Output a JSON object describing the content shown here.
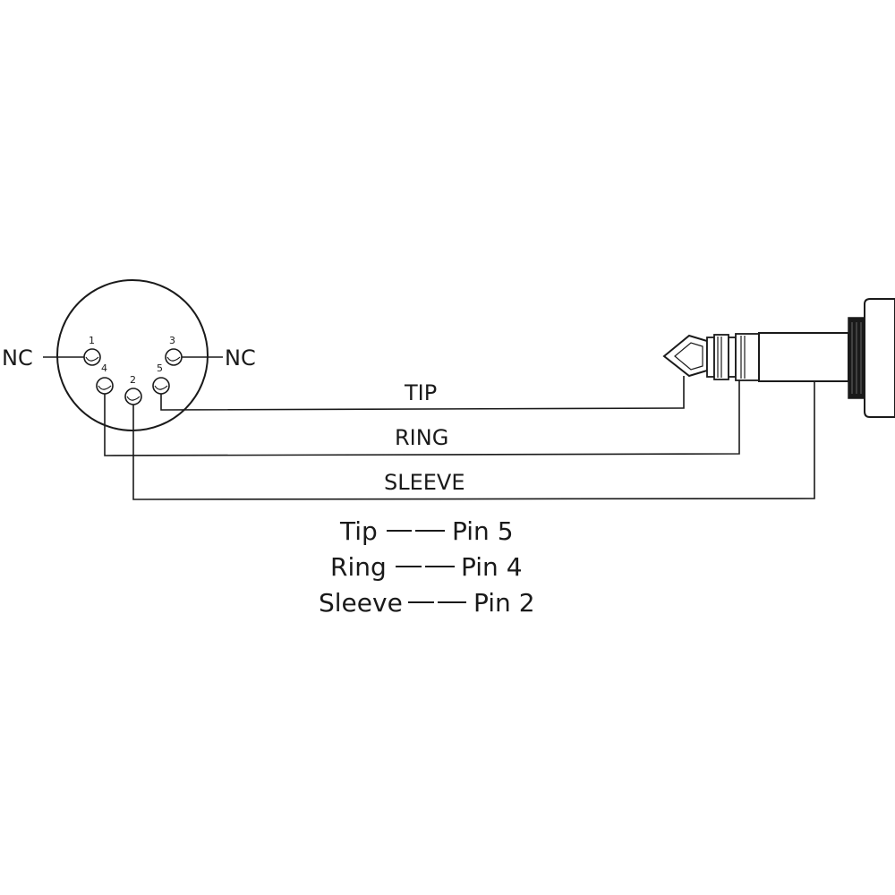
{
  "din_connector": {
    "pins": [
      {
        "number": "1",
        "connection": "NC"
      },
      {
        "number": "2",
        "connection": "Sleeve"
      },
      {
        "number": "3",
        "connection": "NC"
      },
      {
        "number": "4",
        "connection": "Ring"
      },
      {
        "number": "5",
        "connection": "Tip"
      }
    ],
    "nc_left": "NC",
    "nc_right": "NC"
  },
  "wires": {
    "tip": "TIP",
    "ring": "RING",
    "sleeve": "SLEEVE"
  },
  "legend": {
    "line1_name": "Tip",
    "line1_pin": "Pin  5",
    "line2_name": "Ring",
    "line2_pin": "Pin  4",
    "line3_name": "Sleeve",
    "line3_pin": "Pin  2"
  }
}
